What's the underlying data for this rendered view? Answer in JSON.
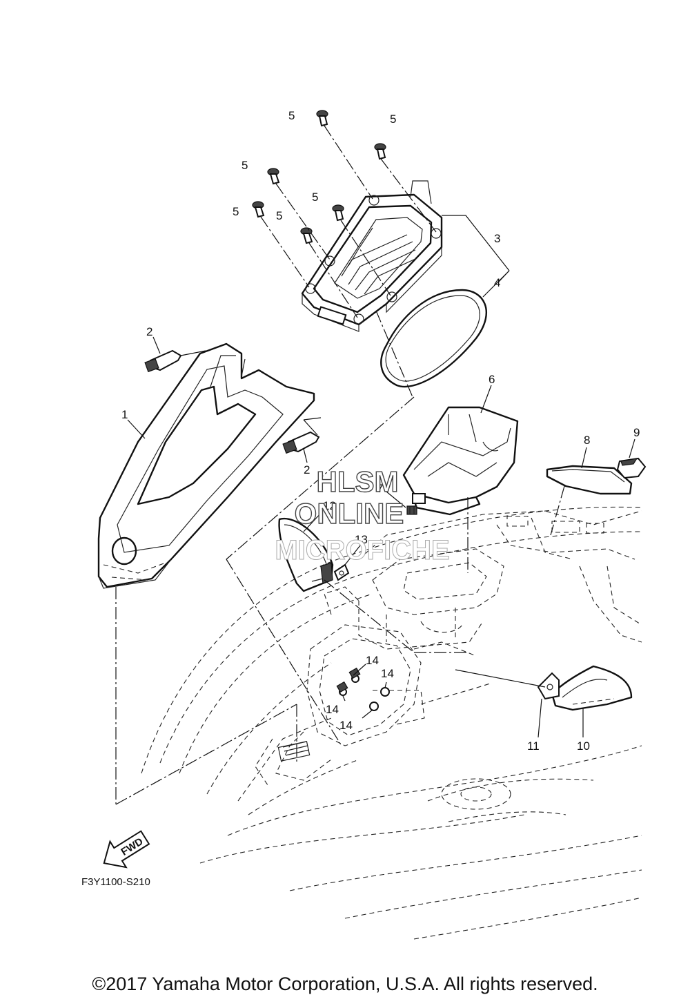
{
  "diagram": {
    "figure_code": "F3Y1100-S210",
    "fwd_label": "FWD",
    "copyright": "©2017 Yamaha Motor Corporation, U.S.A. All rights reserved.",
    "watermark": {
      "line1": "HLSM",
      "line2": "ONLINE",
      "line3": "MICROFICHE"
    },
    "callouts": {
      "c1": "1",
      "c2a": "2",
      "c2b": "2",
      "c3": "3",
      "c4": "4",
      "c5a": "5",
      "c5b": "5",
      "c5c": "5",
      "c5d": "5",
      "c5e": "5",
      "c5f": "5",
      "c6": "6",
      "c7": "7",
      "c8": "8",
      "c9": "9",
      "c10": "10",
      "c11": "11",
      "c12": "12",
      "c13": "13",
      "c14a": "14",
      "c14b": "14",
      "c14c": "14",
      "c14d": "14"
    }
  }
}
